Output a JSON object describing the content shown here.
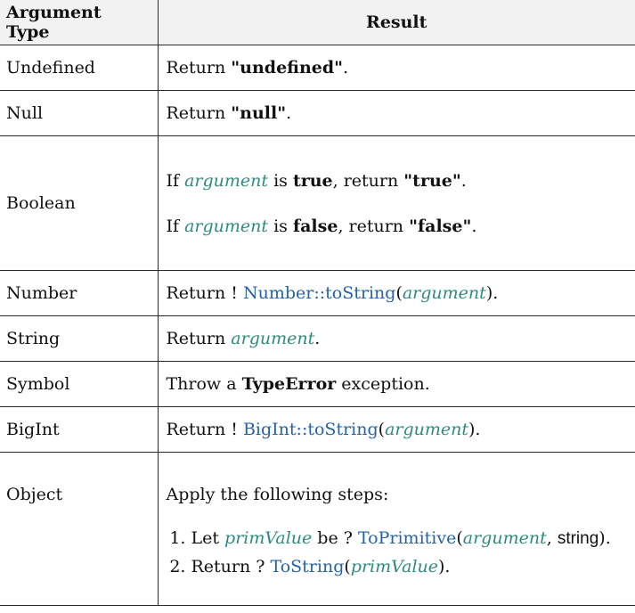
{
  "header": {
    "col1": "Argument Type",
    "col2": "Result"
  },
  "rows": {
    "undefined": {
      "type": "Undefined",
      "pre": "Return ",
      "str": "\"undefined\"",
      "post": "."
    },
    "null": {
      "type": "Null",
      "pre": "Return ",
      "str": "\"null\"",
      "post": "."
    },
    "boolean": {
      "type": "Boolean",
      "l1_if": "If ",
      "l1_var": "argument",
      "l1_is": " is ",
      "l1_val": "true",
      "l1_ret": ", return ",
      "l1_str": "\"true\"",
      "l1_end": ".",
      "l2_if": "If ",
      "l2_var": "argument",
      "l2_is": " is ",
      "l2_val": "false",
      "l2_ret": ", return ",
      "l2_str": "\"false\"",
      "l2_end": "."
    },
    "number": {
      "type": "Number",
      "pre": "Return ! ",
      "link": "Number::toString",
      "open": "(",
      "var": "argument",
      "close": ")."
    },
    "string": {
      "type": "String",
      "pre": "Return ",
      "var": "argument",
      "post": "."
    },
    "symbol": {
      "type": "Symbol",
      "pre": "Throw a ",
      "err": "TypeError",
      "post": " exception."
    },
    "bigint": {
      "type": "BigInt",
      "pre": "Return ! ",
      "link": "BigInt::toString",
      "open": "(",
      "var": "argument",
      "close": ")."
    },
    "object": {
      "type": "Object",
      "intro": "Apply the following steps:",
      "s1_pre": "Let ",
      "s1_var": "primValue",
      "s1_mid": " be ? ",
      "s1_link": "ToPrimitive",
      "s1_open": "(",
      "s1_arg": "argument",
      "s1_comma": ", ",
      "s1_hint": "string",
      "s1_close": ").",
      "s2_pre": "Return ? ",
      "s2_link": "ToString",
      "s2_open": "(",
      "s2_var": "primValue",
      "s2_close": ")."
    }
  }
}
